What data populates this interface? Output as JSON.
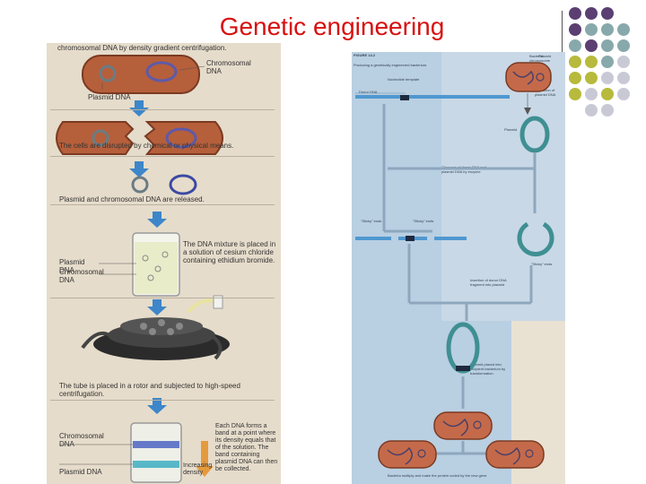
{
  "slide": {
    "title": "Genetic engineering",
    "title_color": "#d80f0f"
  },
  "left_figure": {
    "captions": [
      "chromosomal DNA by density gradient centrifugation.",
      "Chromosomal DNA",
      "Plasmid DNA",
      "The cells are disrupted by chemical or physical means.",
      "Plasmid and chromosomal DNA are released.",
      "The DNA mixture is placed in a solution of cesium chloride containing ethidium bromide.",
      "Plasmid DNA",
      "Chromosomal DNA",
      "The tube is placed in a rotor and subjected to high-speed centrifugation.",
      "Each DNA forms a band at a point where its density equals that of the solution. The band containing plasmid DNA can then be collected.",
      "Increasing density",
      "Chromosomal DNA",
      "Plasmid DNA"
    ]
  },
  "right_figure": {
    "captions": [
      "FIGURE 14.2",
      "Producing a genetically engineered bacterium.",
      "Bacterial chromosome",
      "Plasmid",
      "Extraction of plasmid DNA",
      "Plasmid",
      "Nucleotide template",
      "Donor DNA",
      "Cleavage of donor DNA and plasmid DNA by enzyme",
      "\"Sticky\" ends",
      "\"Sticky\" ends",
      "\"Sticky\" ends",
      "Insertion of donor DNA fragment into plasmid",
      "Plasmid placed into recipient bacterium by transformation",
      "Bacteria multiply and make the protein coded by the new gene"
    ]
  },
  "theme": {
    "dot_purple": "#5b3f73",
    "dot_teal": "#88a9ab",
    "dot_olive": "#b7ba3c",
    "dot_gray": "#c9c9d6"
  }
}
